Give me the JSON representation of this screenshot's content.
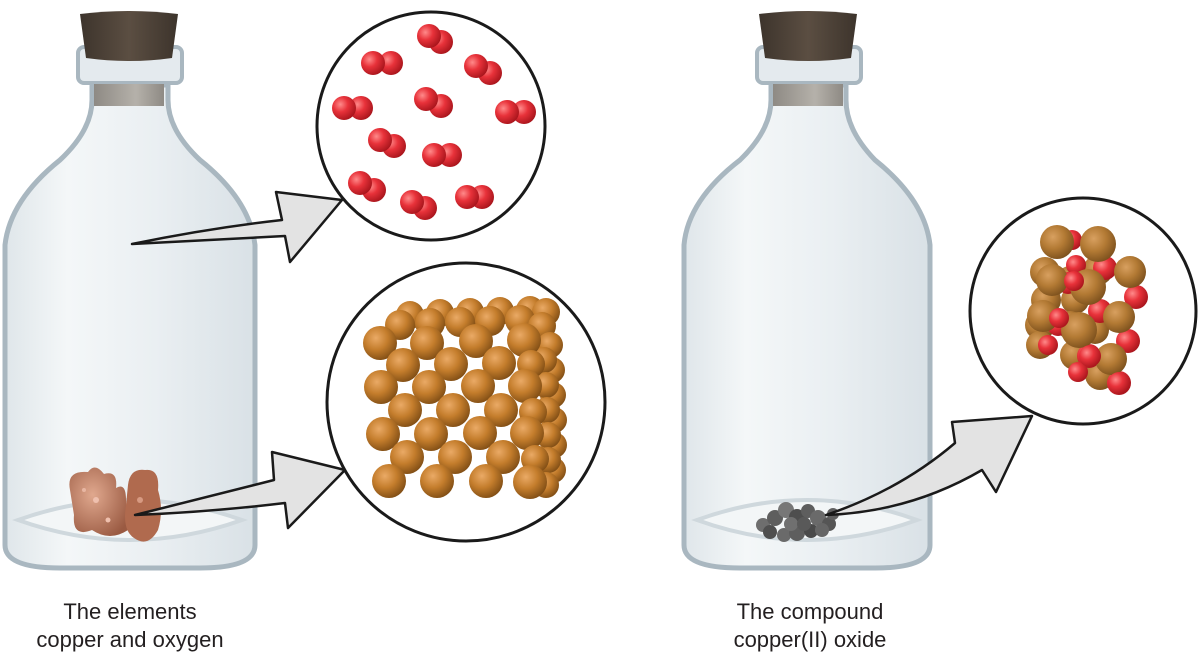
{
  "figure": {
    "left_panel": {
      "caption_line1": "The elements",
      "caption_line2": "copper and oxygen",
      "callouts": [
        {
          "label": "oxygen-molecules",
          "description": "Diatomic O2 molecules (red pairs) in gas",
          "molecule_count": 12,
          "color": "#e0262b"
        },
        {
          "label": "copper-lattice",
          "description": "Cubic lattice of copper atoms",
          "color": "#c47d2c"
        }
      ],
      "sample": {
        "label": "copper-solid",
        "color": "#c08a72"
      }
    },
    "right_panel": {
      "caption_line1": "The compound",
      "caption_line2": "copper(II) oxide",
      "callouts": [
        {
          "label": "copper-oxide-cluster",
          "description": "Cluster of copper (brown) and oxygen (red) atoms",
          "copper_color": "#b37a34",
          "oxygen_color": "#e0262b"
        }
      ],
      "sample": {
        "label": "copper-oxide-powder",
        "color": "#5e5e5e"
      }
    },
    "colors": {
      "glass_fill": "#e9eef1",
      "glass_edge": "#a9b7c0",
      "stopper": "#4a3f35",
      "arrow_fill": "#e3e3e3",
      "outline": "#1a1a1a"
    }
  }
}
